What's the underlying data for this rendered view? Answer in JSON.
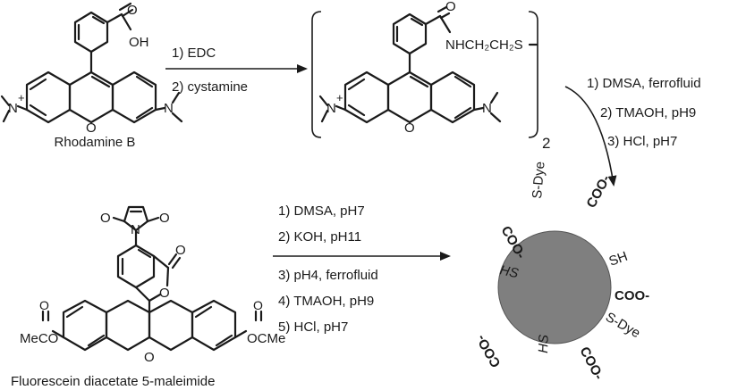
{
  "reactant1": {
    "name": "Rhodamine B",
    "atoms": {
      "carbonyl_o": "O",
      "hydroxyl": "OH",
      "ring_o": "O",
      "left_amine": "N",
      "left_plus": "+",
      "right_amine": "N"
    }
  },
  "step1": {
    "reagents": [
      "1) EDC",
      "2) cystamine"
    ]
  },
  "intermediate": {
    "atoms": {
      "carbonyl_o": "O",
      "linker": "NHCH₂CH₂S",
      "ring_o": "O",
      "left_amine": "N",
      "left_plus": "+",
      "right_amine": "N"
    },
    "subscript": "2"
  },
  "step2": {
    "reagents": [
      "1) DMSA, ferrofluid",
      "2) TMAOH, pH9",
      "3) HCl, pH7"
    ]
  },
  "reactant2": {
    "name": "Fluorescein diacetate 5-maleimide",
    "atoms": {
      "maleimide_o_left": "O",
      "maleimide_n": "N",
      "maleimide_o_right": "O",
      "lactone_o": "O",
      "lactone_carbonyl_o": "O",
      "ring_o": "O",
      "ester_o_left": "O",
      "ester_left": "MeCO",
      "ester_o_right": "O",
      "ester_right": "OCMe"
    }
  },
  "step3": {
    "reagents": [
      "1) DMSA, pH7",
      "2) KOH, pH11",
      "3) pH4, ferrofluid",
      "4) TMAOH, pH9",
      "5) HCl, pH7"
    ]
  },
  "nanoparticle": {
    "groups": [
      "S-Dye",
      "COO-",
      "SH",
      "COO-",
      "S-Dye",
      "COO-",
      "HS",
      "COO-",
      "HS",
      "COO-"
    ],
    "core_color": "#7f7f7f"
  }
}
